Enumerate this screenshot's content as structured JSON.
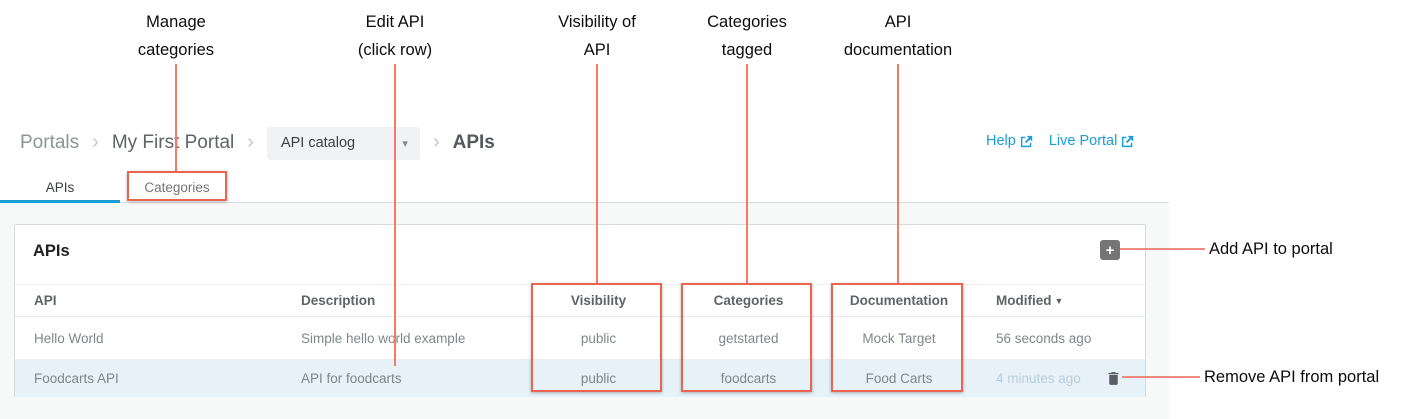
{
  "colors": {
    "accent_blue": "#1a9dd9",
    "annotation_red": "#ea6450",
    "row_highlight": "#e6f1f8",
    "add_button_gray": "#757575"
  },
  "annotations": {
    "top_labels": [
      {
        "line1": "Manage",
        "line2": "categories"
      },
      {
        "line1": "Edit API",
        "line2": "(click row)"
      },
      {
        "line1": "Visibility of",
        "line2": "API"
      },
      {
        "line1": "Categories",
        "line2": "tagged"
      },
      {
        "line1": "API",
        "line2": "documentation"
      }
    ],
    "add_api_label": "Add API to portal",
    "remove_api_label": "Remove API from portal"
  },
  "breadcrumb": {
    "root": "Portals",
    "portal_name": "My First Portal",
    "separator": "›",
    "dropdown_value": "API catalog",
    "dropdown_caret": "▾",
    "current": "APIs"
  },
  "header_links": {
    "help": "Help",
    "live_portal": "Live Portal"
  },
  "tabs": [
    {
      "label": "APIs"
    },
    {
      "label": "Categories"
    }
  ],
  "card": {
    "title": "APIs",
    "add_button_glyph": "+",
    "table": {
      "columns": [
        "API",
        "Description",
        "Visibility",
        "Categories",
        "Documentation",
        "Modified"
      ],
      "sort_indicator": "▼",
      "rows": [
        {
          "api": "Hello World",
          "description": "Simple hello world example",
          "visibility": "public",
          "categories": "getstarted",
          "documentation": "Mock Target",
          "modified": "56 seconds ago"
        },
        {
          "api": "Foodcarts API",
          "description": "API for foodcarts",
          "visibility": "public",
          "categories": "foodcarts",
          "documentation": "Food Carts",
          "modified": "4 minutes ago"
        }
      ]
    }
  }
}
